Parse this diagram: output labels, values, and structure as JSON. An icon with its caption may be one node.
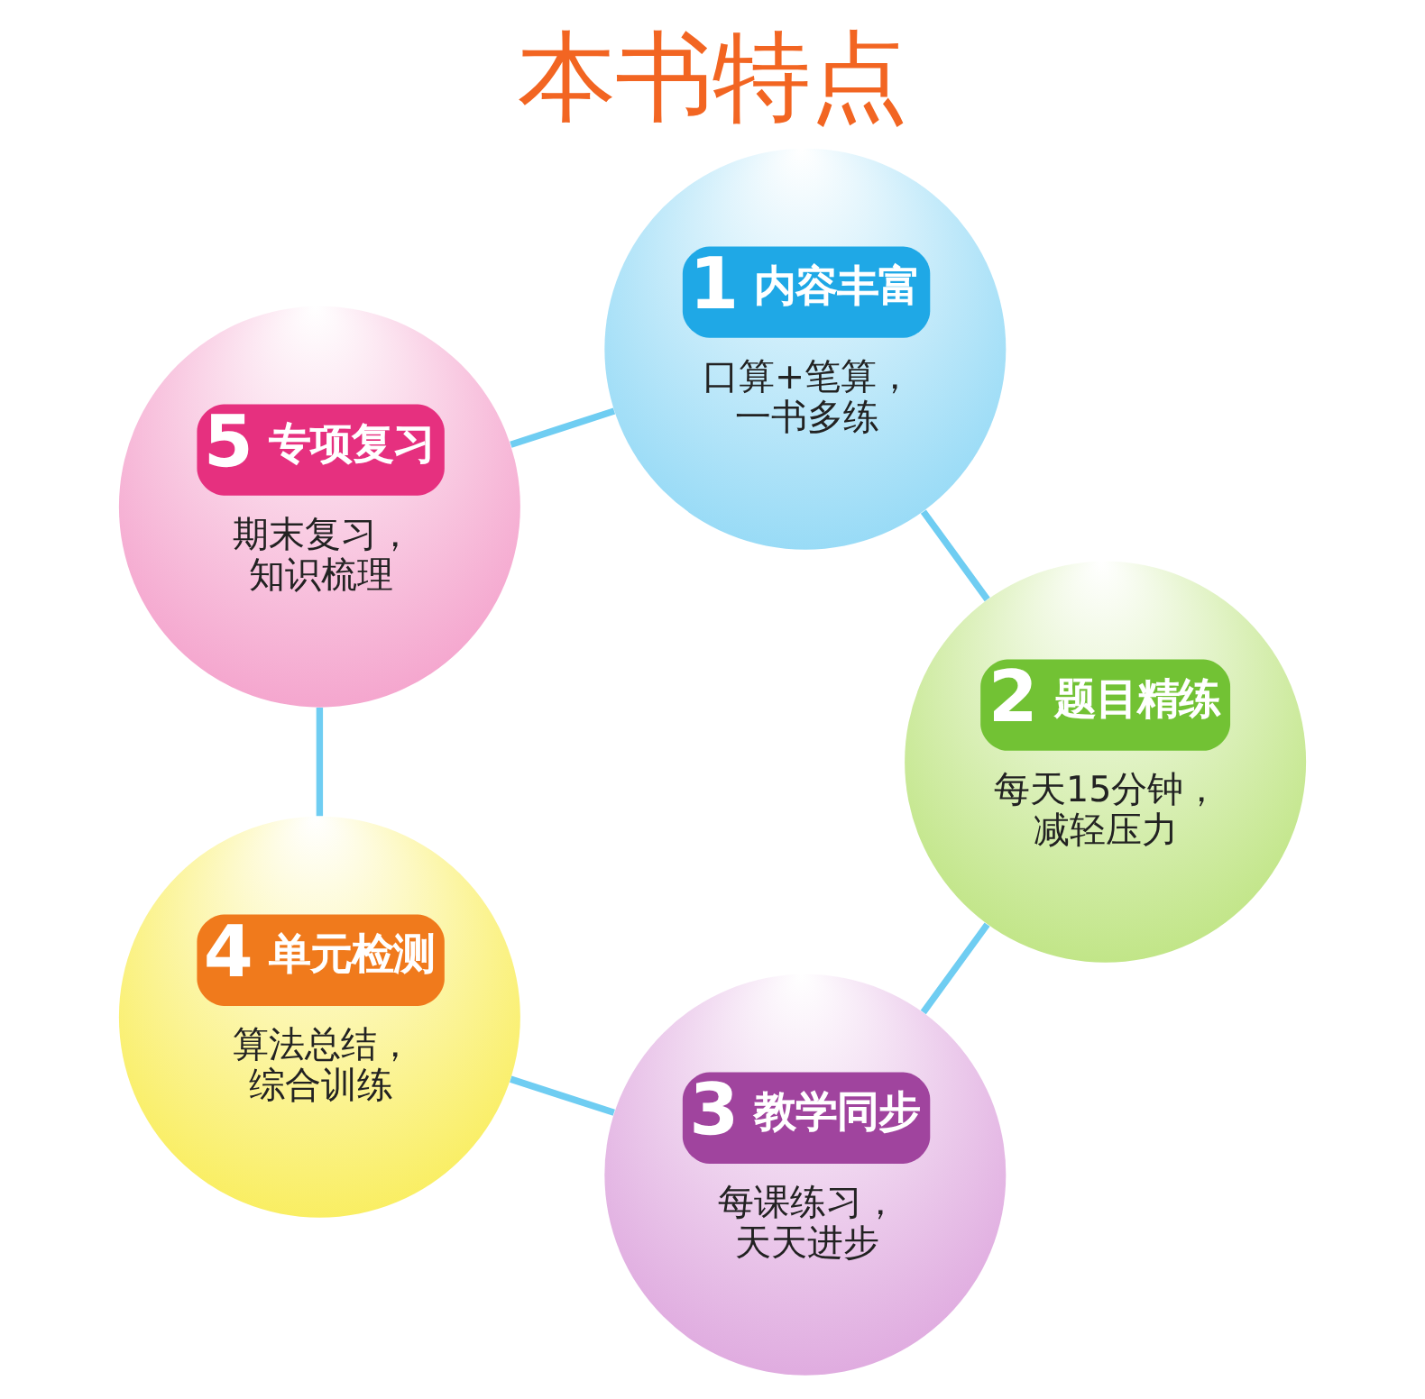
{
  "diagram": {
    "title": "本书特点",
    "nodes": [
      {
        "text": [
          "1",
          "内容丰富",
          "口算+笔算，一书多练"
        ]
      },
      {
        "text": [
          "2",
          "题目精练",
          "每天15分钟，减轻压力"
        ]
      },
      {
        "text": [
          "3",
          "教学同步",
          "每课练习，天天进步"
        ]
      },
      {
        "text": [
          "4",
          "单元检测",
          "算法总结，综合训练"
        ]
      },
      {
        "text": [
          "5",
          "专项复习",
          "期末复习，知识梳理"
        ]
      }
    ],
    "edges": [
      {
        "from": 0,
        "to": 1,
        "arrow": "none"
      },
      {
        "from": 1,
        "to": 2,
        "arrow": "none"
      },
      {
        "from": 2,
        "to": 3,
        "arrow": "none"
      },
      {
        "from": 3,
        "to": 4,
        "arrow": "none"
      },
      {
        "from": 4,
        "to": 0,
        "arrow": "none"
      }
    ]
  }
}
